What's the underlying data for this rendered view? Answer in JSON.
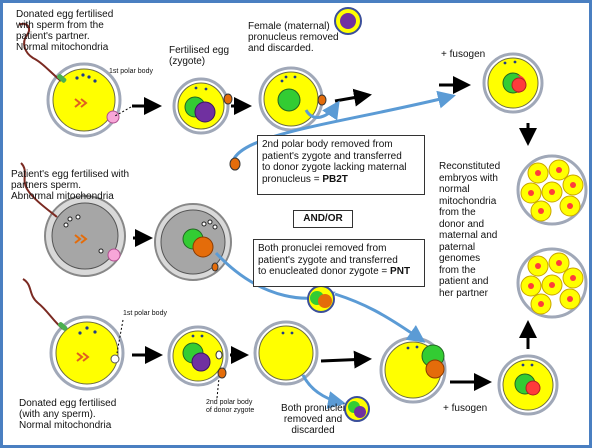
{
  "labels": {
    "donated_egg_top": "Donated egg fertilised\nwith sperm from the\npatient's partner.\nNormal mitochondria",
    "polar_body_top": "1st polar body",
    "fertilised_egg": "Fertilised egg\n(zygote)",
    "female_pronucleus": "Female (maternal)\npronucleus removed\nand discarded.",
    "fusogen_top": "+ fusogen",
    "patient_egg": "Patient's egg fertilised with\npartners sperm.\nAbnormal mitochondria",
    "pb2t_text": "2nd polar body removed from\npatient's zygote and transferred\nto donor zygote lacking maternal\npronucleus = ",
    "pb2t_bold": "PB2T",
    "and_or": "AND/OR",
    "pnt_text": "Both pronuclei removed from\npatient's zygote and transferred\nto enucleated donor zygote = ",
    "pnt_bold": "PNT",
    "reconstituted": "Reconstituted\nembryos with\nnormal\nmitochondria\nfrom the\ndonor and\nmaternal and\npaternal\ngenomes\nfrom the\npatient and\nher partner",
    "polar_body_bottom": "1st polar body",
    "donated_egg_bottom": "Donated egg fertilised\n(with any sperm).\nNormal mitochondria",
    "second_polar_body_donor": "2nd polar body\nof donor zygote",
    "both_pronuclei_discarded": "Both pronuclei\nremoved and\ndiscarded",
    "fusogen_bottom": "+ fusogen"
  },
  "colors": {
    "border": "#4a7fc1",
    "cytoplasm": "#ffff00",
    "abnormal_cytoplasm": "#a6a6a6",
    "zona": "#d9d9d9",
    "male_pronucleus": "#33cc33",
    "female_pronucleus": "#7030a0",
    "patient_pronucleus": "#e46c0a",
    "fused_pronucleus": "#ff3b3b",
    "transfer_arrow": "#5b9bd5",
    "arrow": "#000000"
  }
}
